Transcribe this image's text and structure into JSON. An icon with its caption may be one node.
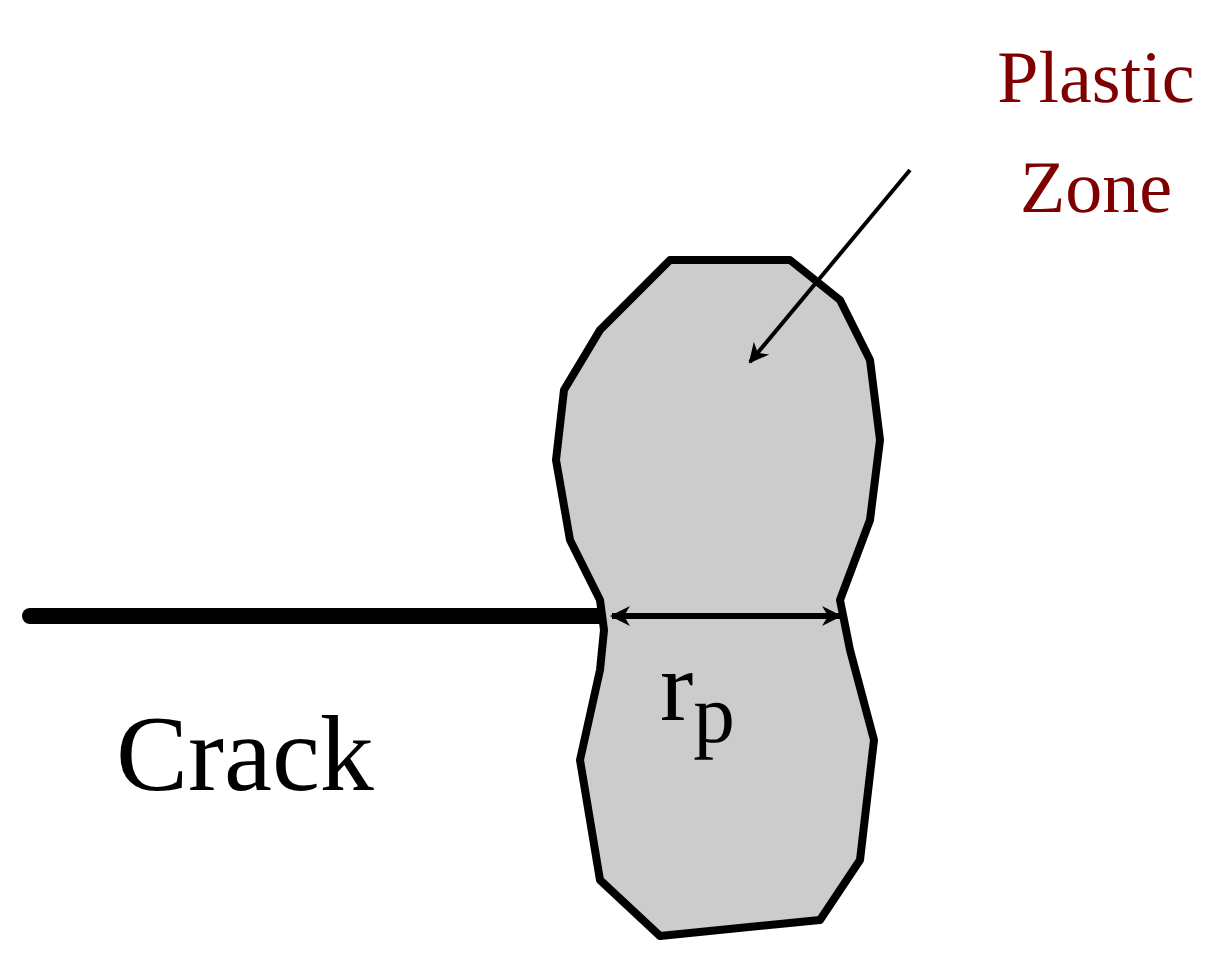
{
  "diagram": {
    "nodes": [
      {
        "text": [
          "Plastic Zone"
        ]
      },
      {
        "text": [],
        "shape": "blob"
      }
    ],
    "edges": [
      {
        "from": 0,
        "to": 1,
        "arrow": "to"
      }
    ],
    "labels": [
      "r$_{p}$",
      "Crack"
    ]
  }
}
